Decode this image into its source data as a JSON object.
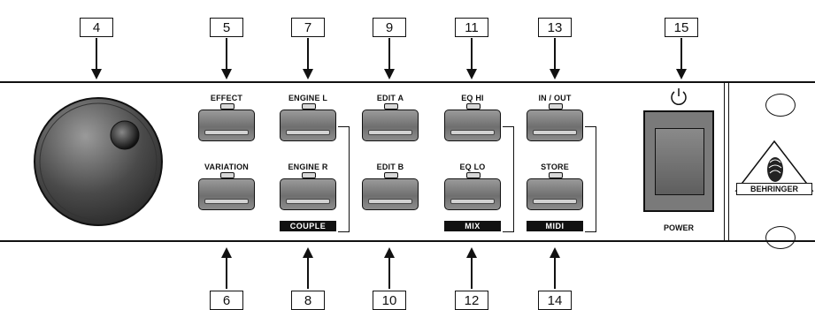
{
  "callouts": {
    "top": [
      "4",
      "5",
      "7",
      "9",
      "11",
      "13",
      "15"
    ],
    "bottom": [
      "6",
      "8",
      "10",
      "12",
      "14"
    ]
  },
  "buttons": {
    "effect": "EFFECT",
    "variation": "VARIATION",
    "engine_l": "ENGINE L",
    "engine_r": "ENGINE R",
    "edit_a": "EDIT A",
    "edit_b": "EDIT B",
    "eq_hi": "EQ HI",
    "eq_lo": "EQ LO",
    "in_out": "IN / OUT",
    "store": "STORE"
  },
  "groups": {
    "couple": "COUPLE",
    "mix": "MIX",
    "midi": "MIDI"
  },
  "power": {
    "label": "POWER"
  },
  "logo": {
    "brand": "BEHRINGER"
  }
}
